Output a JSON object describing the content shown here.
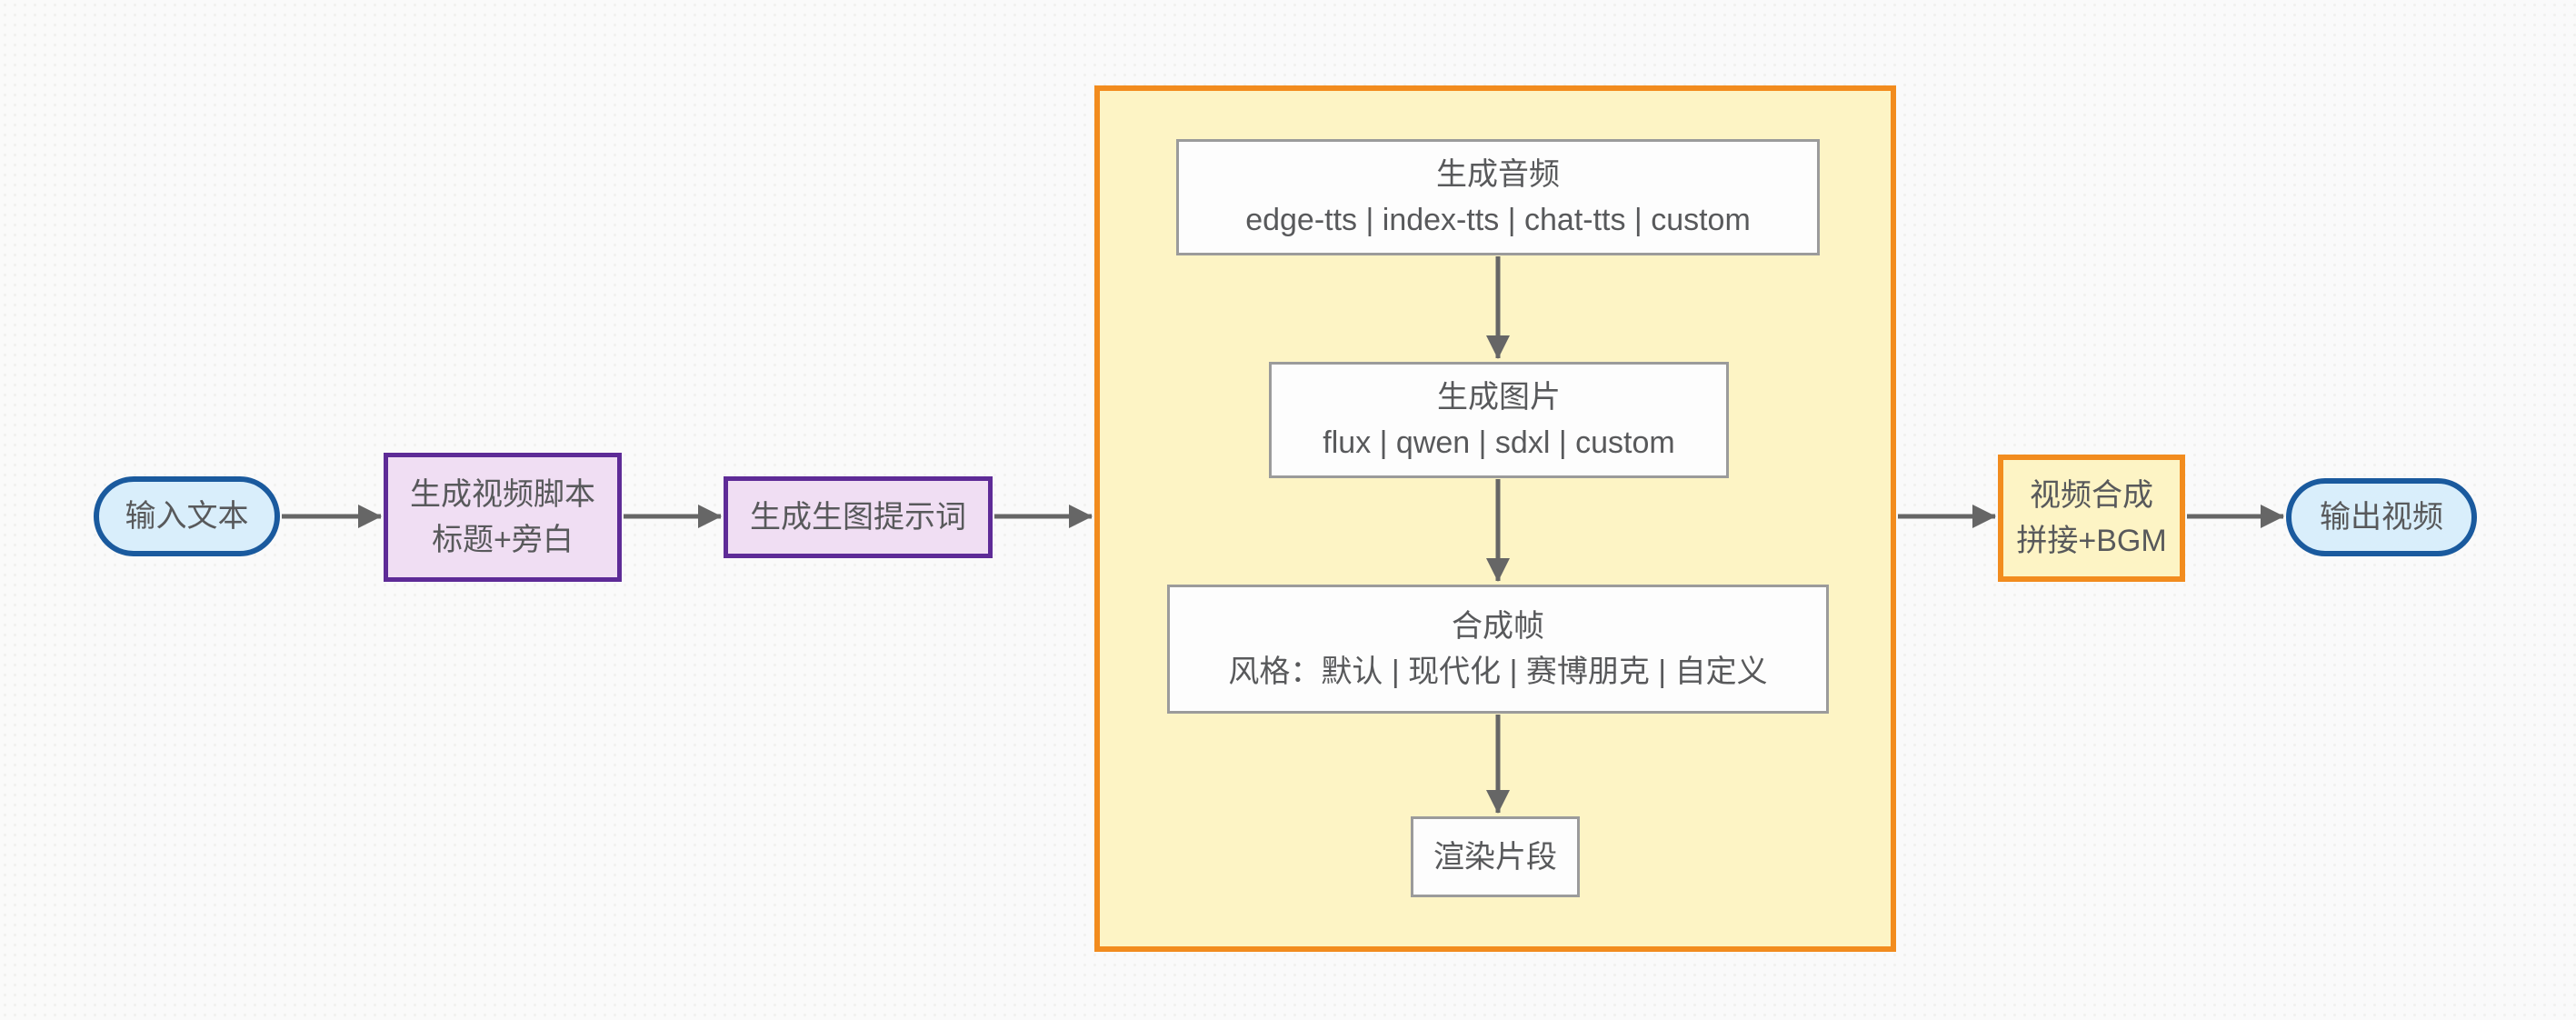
{
  "diagram": {
    "type": "flowchart",
    "direction": "left-to-right",
    "nodes": {
      "input": {
        "label": "输入文本"
      },
      "script": {
        "line1": "生成视频脚本",
        "line2": "标题+旁白"
      },
      "prompt": {
        "label": "生成生图提示词"
      },
      "audio": {
        "line1": "生成音频",
        "line2": "edge-tts | index-tts | chat-tts | custom"
      },
      "image": {
        "line1": "生成图片",
        "line2": "flux | qwen | sdxl | custom"
      },
      "frame": {
        "line1": "合成帧",
        "line2": "风格：默认 | 现代化 | 赛博朋克 | 自定义"
      },
      "render": {
        "label": "渲染片段"
      },
      "compose": {
        "line1": "视频合成",
        "line2": "拼接+BGM"
      },
      "output": {
        "label": "输出视频"
      }
    },
    "edges": [
      "input -> script",
      "script -> prompt",
      "prompt -> clip-group",
      "audio -> image",
      "image -> frame",
      "frame -> render",
      "clip-group -> compose",
      "compose -> output"
    ],
    "colors": {
      "background": "#fafafa",
      "text": "#58595b",
      "arrow": "#666666",
      "pill_fill": "#d9eefb",
      "pill_border": "#1a5a9e",
      "purple_fill": "#f0def3",
      "purple_border": "#5e2b97",
      "yellow_fill": "#fdf4c5",
      "orange_border": "#f28c1e",
      "inner_fill": "#fdfdfd",
      "inner_border": "#9b9b9b"
    }
  }
}
